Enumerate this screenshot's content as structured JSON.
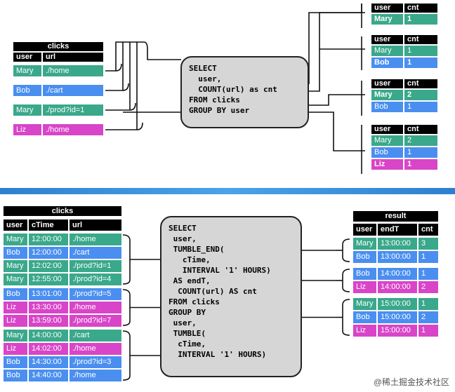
{
  "query1": {
    "clicks": {
      "title": "clicks",
      "columns": [
        "user",
        "url"
      ],
      "rows": [
        {
          "user": "Mary",
          "url": "./home",
          "color": "#3aa88a"
        },
        {
          "user": "Bob",
          "url": "./cart",
          "color": "#4a8ff0"
        },
        {
          "user": "Mary",
          "url": "./prod?id=1",
          "color": "#3aa88a"
        },
        {
          "user": "Liz",
          "url": "./home",
          "color": "#d845c8"
        }
      ]
    },
    "sql": "SELECT\n  user,\n  COUNT(url) as cnt\nFROM clicks\nGROUP BY user",
    "results": [
      {
        "columns": [
          "user",
          "cnt"
        ],
        "rows": [
          {
            "user": "Mary",
            "cnt": "1",
            "color": "#3aa88a",
            "bold": true
          }
        ]
      },
      {
        "columns": [
          "user",
          "cnt"
        ],
        "rows": [
          {
            "user": "Mary",
            "cnt": "1",
            "color": "#3aa88a",
            "bold": false
          },
          {
            "user": "Bob",
            "cnt": "1",
            "color": "#4a8ff0",
            "bold": true
          }
        ]
      },
      {
        "columns": [
          "user",
          "cnt"
        ],
        "rows": [
          {
            "user": "Mary",
            "cnt": "2",
            "color": "#3aa88a",
            "bold": true
          },
          {
            "user": "Bob",
            "cnt": "1",
            "color": "#4a8ff0",
            "bold": false
          }
        ]
      },
      {
        "columns": [
          "user",
          "cnt"
        ],
        "rows": [
          {
            "user": "Mary",
            "cnt": "2",
            "color": "#3aa88a",
            "bold": false
          },
          {
            "user": "Bob",
            "cnt": "1",
            "color": "#4a8ff0",
            "bold": false
          },
          {
            "user": "Liz",
            "cnt": "1",
            "color": "#d845c8",
            "bold": true
          }
        ]
      }
    ]
  },
  "query2": {
    "clicks": {
      "title": "clicks",
      "columns": [
        "user",
        "cTime",
        "url"
      ],
      "groups": [
        [
          {
            "user": "Mary",
            "ctime": "12:00:00",
            "url": "./home",
            "color": "#3aa88a"
          },
          {
            "user": "Bob",
            "ctime": "12:00:00",
            "url": "./cart",
            "color": "#4a8ff0"
          },
          {
            "user": "Mary",
            "ctime": "12:02:00",
            "url": "./prod?id=1",
            "color": "#3aa88a"
          },
          {
            "user": "Mary",
            "ctime": "12:55:00",
            "url": "./prod?id=4",
            "color": "#3aa88a"
          }
        ],
        [
          {
            "user": "Bob",
            "ctime": "13:01:00",
            "url": "./prod?id=5",
            "color": "#4a8ff0"
          },
          {
            "user": "Liz",
            "ctime": "13:30:00",
            "url": "./home",
            "color": "#d845c8"
          },
          {
            "user": "Liz",
            "ctime": "13:59:00",
            "url": "./prod?id=7",
            "color": "#d845c8"
          }
        ],
        [
          {
            "user": "Mary",
            "ctime": "14:00:00",
            "url": "./cart",
            "color": "#3aa88a"
          },
          {
            "user": "Liz",
            "ctime": "14:02:00",
            "url": "./home",
            "color": "#d845c8"
          },
          {
            "user": "Bob",
            "ctime": "14:30:00",
            "url": "./prod?id=3",
            "color": "#4a8ff0"
          },
          {
            "user": "Bob",
            "ctime": "14:40:00",
            "url": "./home",
            "color": "#4a8ff0"
          }
        ]
      ]
    },
    "sql": "SELECT\n user,\n TUMBLE_END(\n   cTime,\n   INTERVAL '1' HOURS)\n AS endT,\n  COUNT(url) AS cnt\nFROM clicks\nGROUP BY\n user,\n TUMBLE(\n  cTime,\n  INTERVAL '1' HOURS)",
    "result": {
      "title": "result",
      "columns": [
        "user",
        "endT",
        "cnt"
      ],
      "groups": [
        [
          {
            "user": "Mary",
            "endt": "13:00:00",
            "cnt": "3",
            "color": "#3aa88a"
          },
          {
            "user": "Bob",
            "endt": "13:00:00",
            "cnt": "1",
            "color": "#4a8ff0"
          }
        ],
        [
          {
            "user": "Bob",
            "endt": "14:00:00",
            "cnt": "1",
            "color": "#4a8ff0"
          },
          {
            "user": "Liz",
            "endt": "14:00:00",
            "cnt": "2",
            "color": "#d845c8"
          }
        ],
        [
          {
            "user": "Mary",
            "endt": "15:00:00",
            "cnt": "1",
            "color": "#3aa88a"
          },
          {
            "user": "Bob",
            "endt": "15:00:00",
            "cnt": "2",
            "color": "#4a8ff0"
          },
          {
            "user": "Liz",
            "endt": "15:00:00",
            "cnt": "1",
            "color": "#d845c8"
          }
        ]
      ]
    }
  },
  "watermark": "@稀土掘金技术社区"
}
